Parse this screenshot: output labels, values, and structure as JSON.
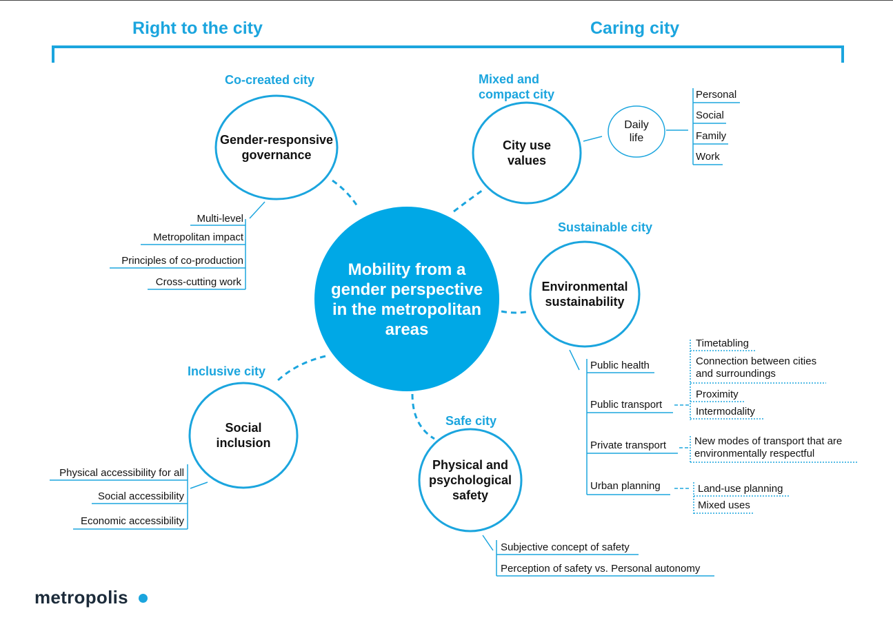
{
  "headers": {
    "left": "Right to the city",
    "right": "Caring city"
  },
  "center": {
    "label": "Mobility from a\ngender perspective\nin the metropolitan\nareas"
  },
  "sections": {
    "co_created": "Co-created city",
    "mixed": "Mixed and\ncompact city",
    "sustainable": "Sustainable city",
    "inclusive": "Inclusive city",
    "safe": "Safe city"
  },
  "nodes": {
    "governance": "Gender-responsive\ngovernance",
    "city_use": "City use\nvalues",
    "environmental": "Environmental\nsustainability",
    "social": "Social\ninclusion",
    "safety": "Physical and\npsychological\nsafety",
    "daily_life": "Daily\nlife"
  },
  "governance_items": [
    "Multi-level",
    "Metropolitan impact",
    "Principles of co-production",
    "Cross-cutting work"
  ],
  "daily_items": [
    "Personal",
    "Social",
    "Family",
    "Work"
  ],
  "sustainability_items": [
    "Public health",
    "Public transport",
    "Private transport",
    "Urban planning"
  ],
  "public_transport_items": [
    "Timetabling",
    "Connection between cities\nand surroundings",
    "Proximity",
    "Intermodality"
  ],
  "private_transport_items": [
    "New modes of transport that are\nenvironmentally respectful"
  ],
  "urban_planning_items": [
    "Land-use planning",
    "Mixed uses"
  ],
  "inclusion_items": [
    "Physical accessibility for all",
    "Social accessibility",
    "Economic accessibility"
  ],
  "safety_items": [
    "Subjective concept of safety",
    "Perception of safety vs. Personal autonomy"
  ],
  "logo": "metropolis",
  "colors": {
    "accent": "#1ba5de",
    "text": "#111111",
    "logo_text": "#1c2b3a"
  }
}
